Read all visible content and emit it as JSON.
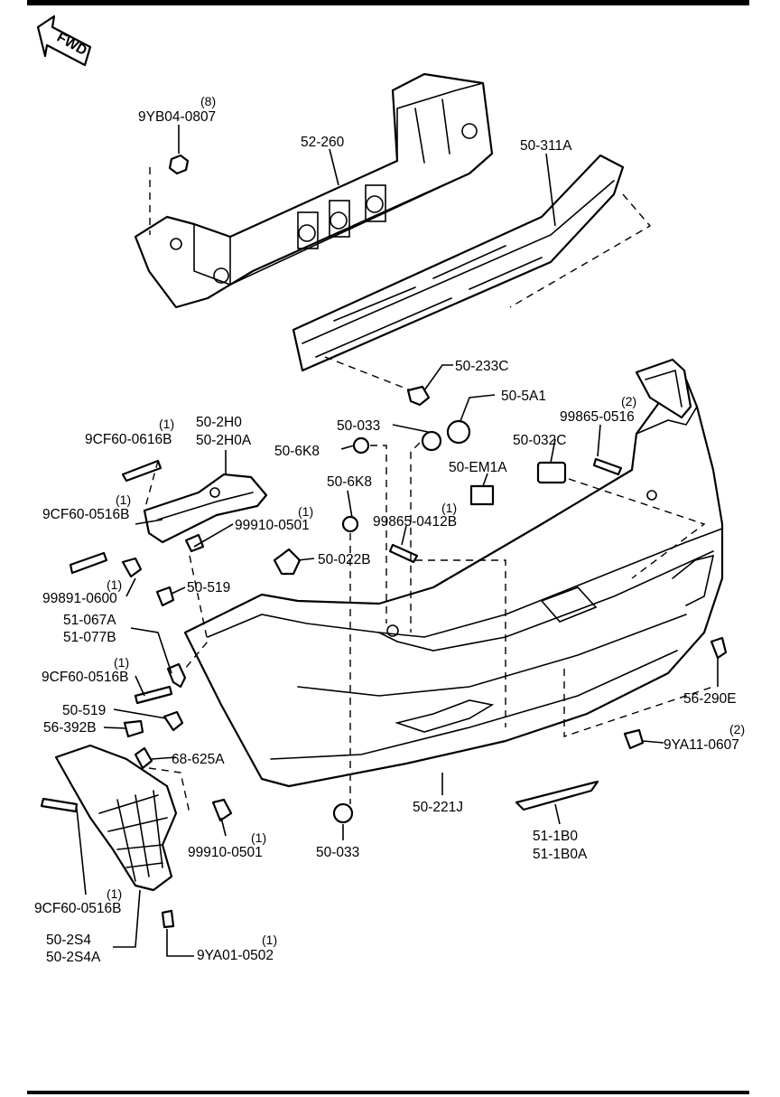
{
  "fwd_label": "FWD",
  "labels": [
    {
      "id": "p1",
      "code": "9YB04-0807",
      "qty": "(8)"
    },
    {
      "id": "p2",
      "code": "52-260",
      "qty": ""
    },
    {
      "id": "p3",
      "code": "50-311A",
      "qty": ""
    },
    {
      "id": "p4",
      "code": "50-233C",
      "qty": ""
    },
    {
      "id": "p5",
      "code": "50-5A1",
      "qty": ""
    },
    {
      "id": "p6",
      "code": "50-033",
      "qty": ""
    },
    {
      "id": "p7",
      "code": "99865-0516",
      "qty": "(2)"
    },
    {
      "id": "p8",
      "code": "50-032C",
      "qty": ""
    },
    {
      "id": "p9",
      "code": "50-2H0",
      "qty": ""
    },
    {
      "id": "p10",
      "code": "50-2H0A",
      "qty": ""
    },
    {
      "id": "p11",
      "code": "9CF60-0616B",
      "qty": "(1)"
    },
    {
      "id": "p12",
      "code": "50-6K8",
      "qty": ""
    },
    {
      "id": "p13",
      "code": "50-EM1A",
      "qty": ""
    },
    {
      "id": "p14",
      "code": "50-6K8",
      "qty": ""
    },
    {
      "id": "p15",
      "code": "9CF60-0516B",
      "qty": "(1)"
    },
    {
      "id": "p16",
      "code": "99910-0501",
      "qty": "(1)"
    },
    {
      "id": "p17",
      "code": "99865-0412B",
      "qty": "(1)"
    },
    {
      "id": "p18",
      "code": "50-022B",
      "qty": ""
    },
    {
      "id": "p19",
      "code": "99891-0600",
      "qty": "(1)"
    },
    {
      "id": "p20",
      "code": "50-519",
      "qty": ""
    },
    {
      "id": "p21",
      "code": "51-067A",
      "qty": ""
    },
    {
      "id": "p22",
      "code": "51-077B",
      "qty": ""
    },
    {
      "id": "p23",
      "code": "9CF60-0516B",
      "qty": "(1)"
    },
    {
      "id": "p24",
      "code": "50-519",
      "qty": ""
    },
    {
      "id": "p25",
      "code": "56-392B",
      "qty": ""
    },
    {
      "id": "p26",
      "code": "68-625A",
      "qty": ""
    },
    {
      "id": "p27",
      "code": "56-290E",
      "qty": ""
    },
    {
      "id": "p28",
      "code": "9YA11-0607",
      "qty": "(2)"
    },
    {
      "id": "p29",
      "code": "99910-0501",
      "qty": "(1)"
    },
    {
      "id": "p30",
      "code": "50-033",
      "qty": ""
    },
    {
      "id": "p31",
      "code": "50-221J",
      "qty": ""
    },
    {
      "id": "p32",
      "code": "51-1B0",
      "qty": ""
    },
    {
      "id": "p33",
      "code": "51-1B0A",
      "qty": ""
    },
    {
      "id": "p34",
      "code": "9CF60-0516B",
      "qty": "(1)"
    },
    {
      "id": "p35",
      "code": "50-2S4",
      "qty": ""
    },
    {
      "id": "p36",
      "code": "50-2S4A",
      "qty": ""
    },
    {
      "id": "p37",
      "code": "9YA01-0502",
      "qty": "(1)"
    }
  ]
}
